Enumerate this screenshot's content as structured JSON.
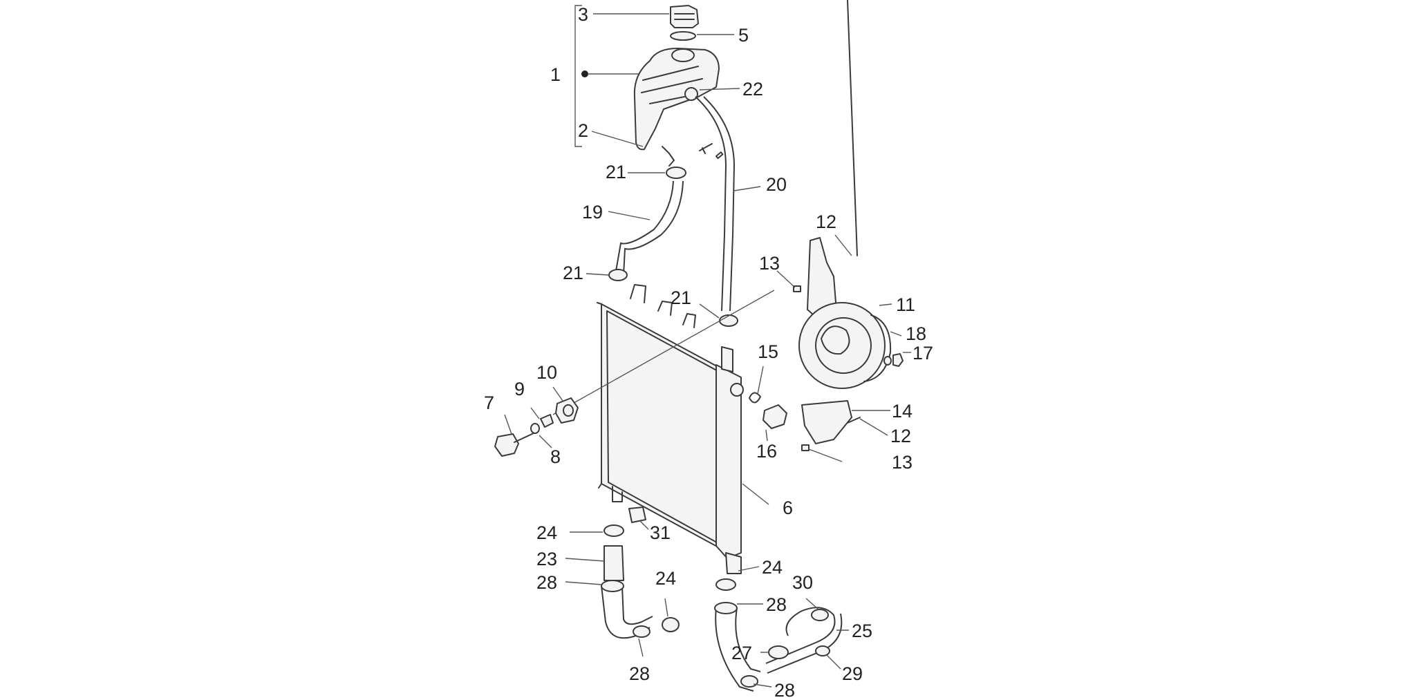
{
  "diagram": {
    "labels": {
      "l1": "1",
      "l2": "2",
      "l3": "3",
      "l5": "5",
      "l6": "6",
      "l7": "7",
      "l8": "8",
      "l9": "9",
      "l10": "10",
      "l11": "11",
      "l12a": "12",
      "l12b": "12",
      "l13a": "13",
      "l13b": "13",
      "l14": "14",
      "l15": "15",
      "l16": "16",
      "l17": "17",
      "l18": "18",
      "l19": "19",
      "l20": "20",
      "l21a": "21",
      "l21b": "21",
      "l21c": "21",
      "l22": "22",
      "l23": "23",
      "l24a": "24",
      "l24b": "24",
      "l24c": "24",
      "l25": "25",
      "l27": "27",
      "l28a": "28",
      "l28b": "28",
      "l28c": "28",
      "l28d": "28",
      "l29": "29",
      "l30": "30",
      "l31": "31"
    }
  }
}
